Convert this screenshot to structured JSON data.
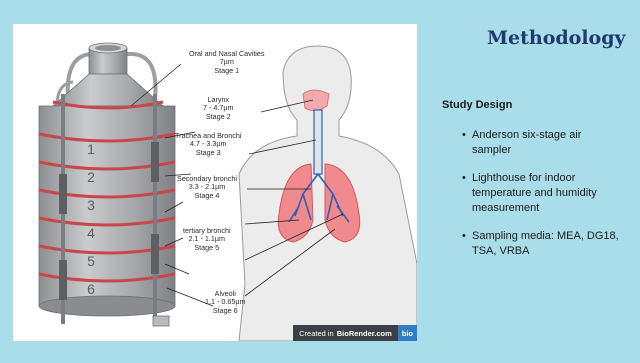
{
  "slide": {
    "title": "Methodology",
    "subheading": "Study Design",
    "bullets": [
      {
        "lines": [
          "Anderson six-stage air",
          "sampler"
        ]
      },
      {
        "lines": [
          "Lighthouse for indoor",
          "temperature and humidity",
          "measurement"
        ]
      },
      {
        "lines": [
          "Sampling media: MEA, DG18,",
          "TSA, VRBA"
        ]
      }
    ]
  },
  "figure": {
    "sampler_stage_numbers": [
      "1",
      "2",
      "3",
      "4",
      "5",
      "6"
    ],
    "stages": [
      {
        "lines": [
          "Oral and Nasal Cavities",
          "7µm",
          "Stage 1"
        ]
      },
      {
        "lines": [
          "Larynx",
          "7 - 4.7µm",
          "Stage 2"
        ]
      },
      {
        "lines": [
          "Trachea and Bronchi",
          "4.7 - 3.3µm",
          "Stage 3"
        ]
      },
      {
        "lines": [
          "Secondary bronchi",
          "3.3 - 2.1µm",
          "Stage 4"
        ]
      },
      {
        "lines": [
          "tertiary  bronchi",
          "2.1 - 1.1µm",
          "Stage 5"
        ]
      },
      {
        "lines": [
          "Alveoli",
          "1.1 - 0.65µm",
          "Stage 6"
        ]
      }
    ],
    "credit": {
      "prefix": "Created in",
      "brand": "BioRender.com",
      "badge": "bio"
    }
  },
  "colors": {
    "background": "#a9dde9",
    "title": "#1f3a6e",
    "sampler_metal": "#a7a9ab",
    "sampler_band": "#c9474a",
    "body_outline": "#9a9a9a",
    "lung": "#f08a8f",
    "airway": "#2f5fb0"
  }
}
